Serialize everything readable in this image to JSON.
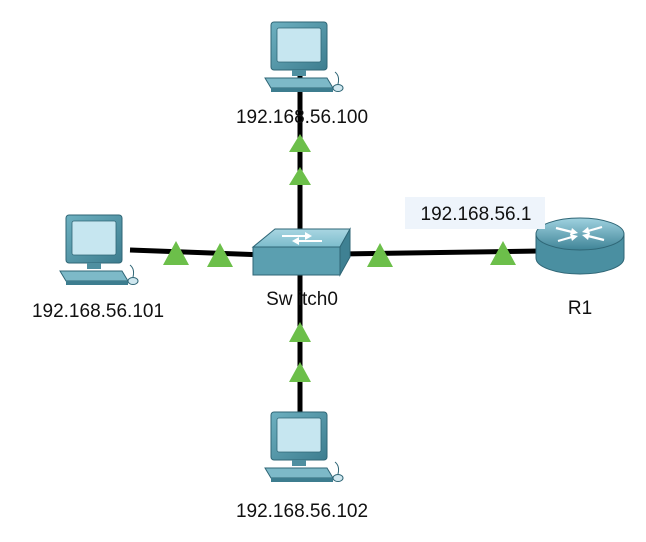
{
  "colors": {
    "background": "#ffffff",
    "link": "#000000",
    "link_status": "#6cbf4a",
    "device_teal": "#5fa2b3",
    "screen": "#bfe3ef",
    "label_highlight": "#eef4fb"
  },
  "devices": {
    "pc_top": {
      "label": "192.168.56.100",
      "icon": "pc-icon"
    },
    "pc_left": {
      "label": "192.168.56.101",
      "icon": "pc-icon"
    },
    "pc_bottom": {
      "label": "192.168.56.102",
      "icon": "pc-icon"
    },
    "switch": {
      "label": "Sw itch0",
      "icon": "switch-icon"
    },
    "router": {
      "label": "R1",
      "icon": "router-icon",
      "interface_ip": "192.168.56.1"
    }
  },
  "links": [
    {
      "from": "pc_top",
      "to": "switch",
      "status": "up"
    },
    {
      "from": "pc_left",
      "to": "switch",
      "status": "up"
    },
    {
      "from": "pc_bottom",
      "to": "switch",
      "status": "up"
    },
    {
      "from": "switch",
      "to": "router",
      "status": "up"
    }
  ]
}
